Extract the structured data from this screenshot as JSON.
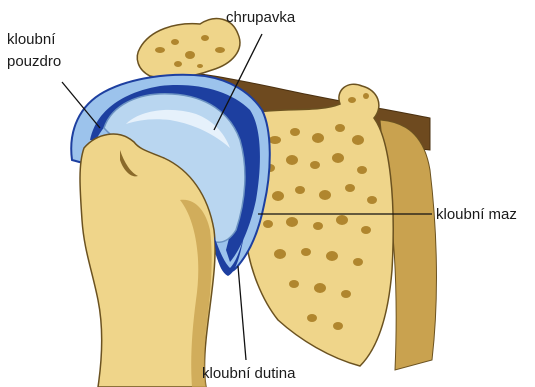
{
  "labels": {
    "capsule_line1": "kloubní",
    "capsule_line2": "pouzdro",
    "cartilage": "chrupavka",
    "synovial_fluid": "kloubní maz",
    "joint_cavity": "kloubní dutina"
  },
  "colors": {
    "bone_fill": "#efd58a",
    "bone_shadow": "#c9a24f",
    "bone_pores": "#b0862e",
    "bone_outline": "#6b5220",
    "cartilage_fill": "#b9d6f0",
    "cartilage_highlight": "#e6f1fb",
    "capsule_blue": "#1d3fa0",
    "capsule_outer": "#9cc3ec",
    "ligament_brown": "#6e4a1f",
    "leader_line": "#111111"
  }
}
